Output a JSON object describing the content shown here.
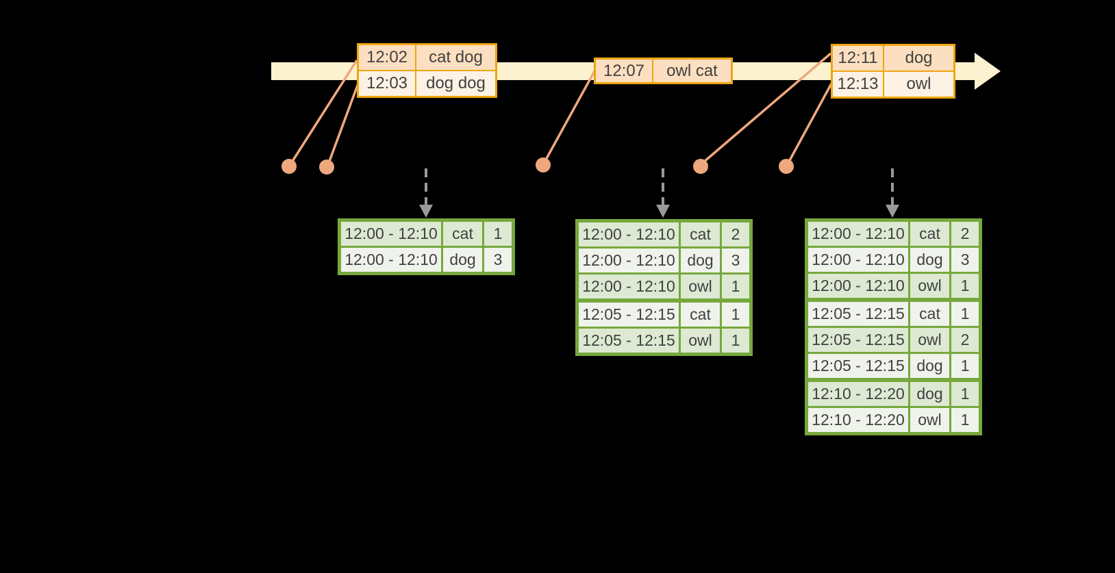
{
  "diagram": {
    "background_color": "#000000",
    "colors": {
      "timeline_band": "#FCF2CF",
      "event_table_border": "#EFA511",
      "event_row_dark": "#FBDFC0",
      "event_row_light": "#FDF2E4",
      "connector_salmon": "#EFA87E",
      "trigger_arrow_gray": "#9A9A9A",
      "result_table_border": "#76A83C",
      "result_row_dark": "#DDE9D2",
      "result_row_light": "#EFF3EB",
      "text": "#414141"
    },
    "icons": {
      "timeline_arrow": "right-arrow",
      "event_marker": "dot",
      "trigger_arrow": "dashed-down-arrow"
    }
  },
  "event_tables": [
    {
      "rows": [
        {
          "time": "12:02",
          "words": "cat dog"
        },
        {
          "time": "12:03",
          "words": "dog dog"
        }
      ]
    },
    {
      "rows": [
        {
          "time": "12:07",
          "words": "owl cat"
        }
      ]
    },
    {
      "rows": [
        {
          "time": "12:11",
          "words": "dog"
        },
        {
          "time": "12:13",
          "words": "owl"
        }
      ]
    }
  ],
  "result_tables": [
    {
      "groups": [
        {
          "rows": [
            {
              "window": "12:00 - 12:10",
              "word": "cat",
              "count": "1"
            },
            {
              "window": "12:00 - 12:10",
              "word": "dog",
              "count": "3"
            }
          ]
        }
      ]
    },
    {
      "groups": [
        {
          "rows": [
            {
              "window": "12:00 - 12:10",
              "word": "cat",
              "count": "2"
            },
            {
              "window": "12:00 - 12:10",
              "word": "dog",
              "count": "3"
            },
            {
              "window": "12:00 - 12:10",
              "word": "owl",
              "count": "1"
            }
          ]
        },
        {
          "rows": [
            {
              "window": "12:05 - 12:15",
              "word": "cat",
              "count": "1"
            },
            {
              "window": "12:05 - 12:15",
              "word": "owl",
              "count": "1"
            }
          ]
        }
      ]
    },
    {
      "groups": [
        {
          "rows": [
            {
              "window": "12:00 - 12:10",
              "word": "cat",
              "count": "2"
            },
            {
              "window": "12:00 - 12:10",
              "word": "dog",
              "count": "3"
            },
            {
              "window": "12:00 - 12:10",
              "word": "owl",
              "count": "1"
            }
          ]
        },
        {
          "rows": [
            {
              "window": "12:05 - 12:15",
              "word": "cat",
              "count": "1"
            },
            {
              "window": "12:05 - 12:15",
              "word": "owl",
              "count": "2"
            },
            {
              "window": "12:05 - 12:15",
              "word": "dog",
              "count": "1"
            }
          ]
        },
        {
          "rows": [
            {
              "window": "12:10 - 12:20",
              "word": "dog",
              "count": "1"
            },
            {
              "window": "12:10 - 12:20",
              "word": "owl",
              "count": "1"
            }
          ]
        }
      ]
    }
  ]
}
